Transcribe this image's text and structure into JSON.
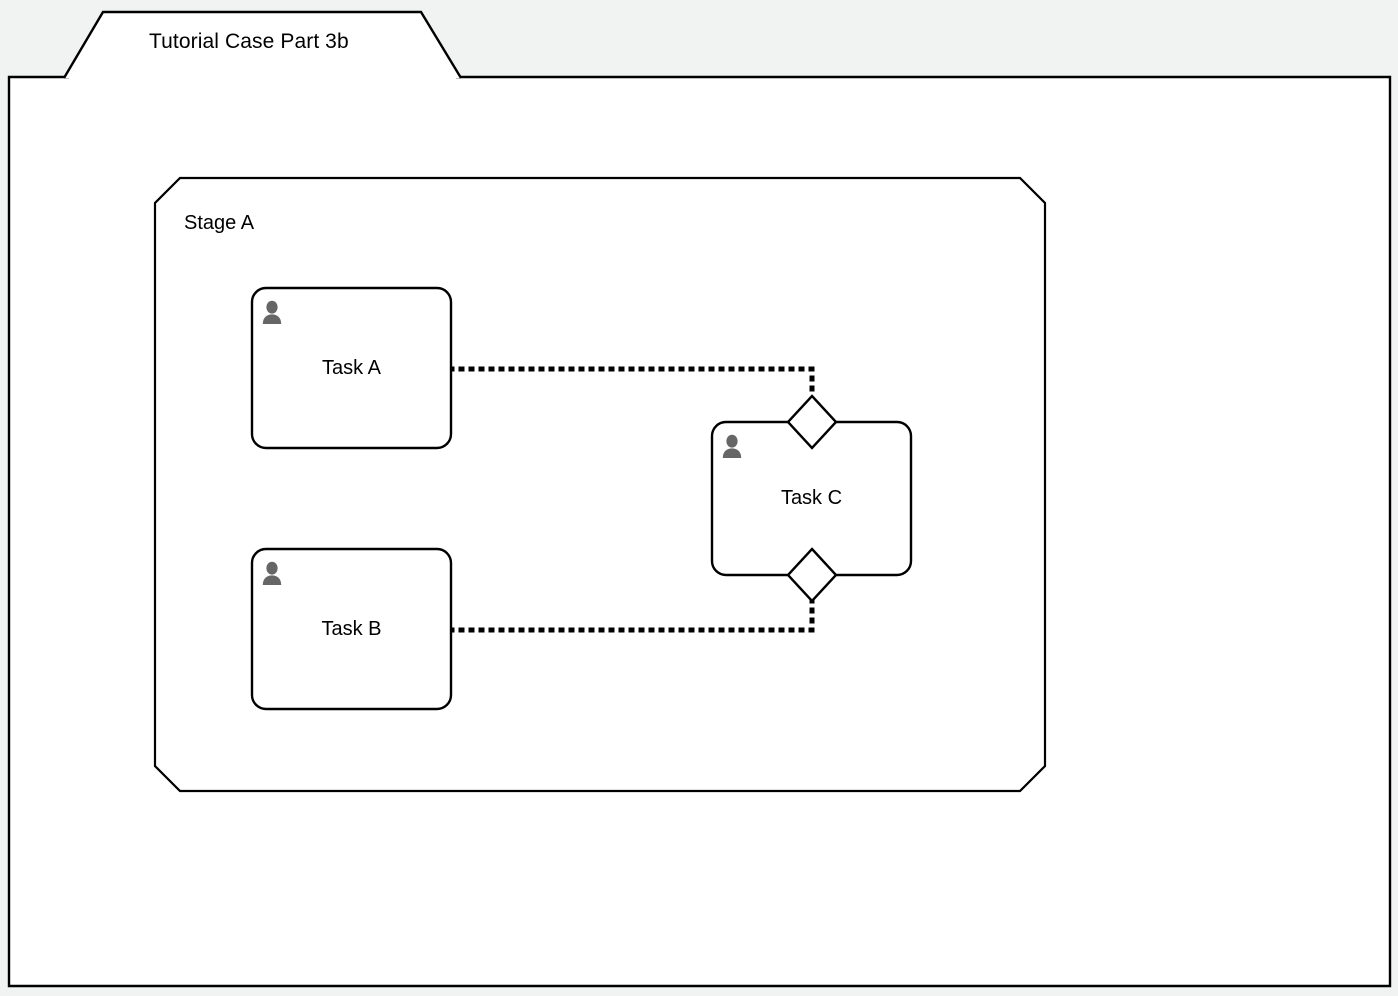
{
  "page": {
    "background_color": "#f1f3f2",
    "canvas_color": "#ffffff",
    "stroke_color": "#000000",
    "icon_color": "#666666"
  },
  "case_frame": {
    "tab_label": "Tutorial Case Part 3b",
    "shape": "folder-tab-frame"
  },
  "stage": {
    "label": "Stage A",
    "shape": "chamfered-rectangle"
  },
  "tasks": [
    {
      "id": "task-a",
      "label": "Task A",
      "icon": "person-icon",
      "shape": "rounded-rectangle"
    },
    {
      "id": "task-b",
      "label": "Task B",
      "icon": "person-icon",
      "shape": "rounded-rectangle"
    },
    {
      "id": "task-c",
      "label": "Task C",
      "icon": "person-icon",
      "shape": "rounded-rectangle",
      "ports": [
        "sentry-diamond-top",
        "sentry-diamond-bottom"
      ]
    }
  ],
  "connections": [
    {
      "id": "conn-a-to-c",
      "from": "task-a",
      "to": "sentry-diamond-top",
      "style": "dotted"
    },
    {
      "id": "conn-b-to-c",
      "from": "task-b",
      "to": "sentry-diamond-bottom",
      "style": "dotted"
    }
  ]
}
